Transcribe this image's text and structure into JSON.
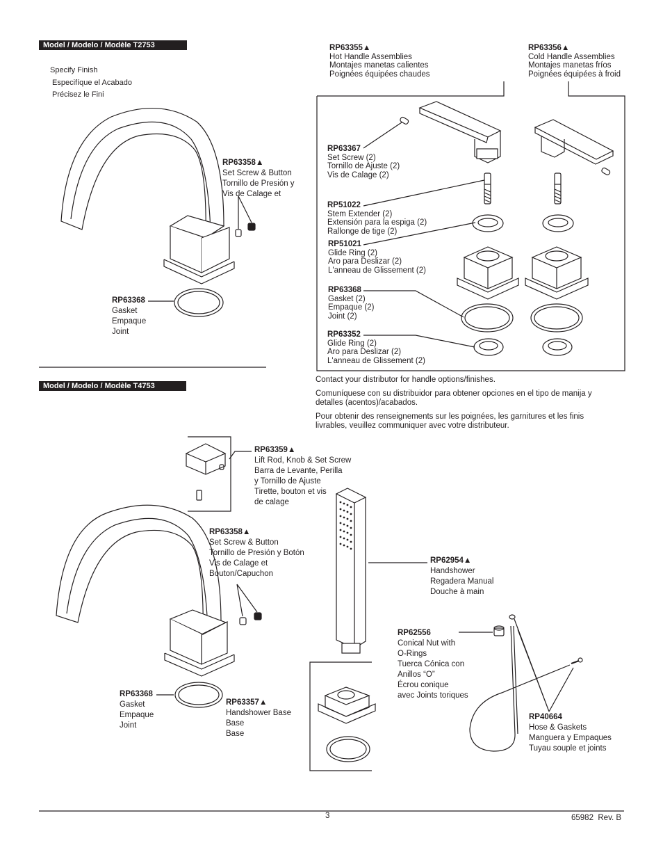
{
  "models": {
    "t2753": "Model / Modelo / Modèle T2753",
    "t4753": "Model / Modelo / Modèle T4753"
  },
  "finish": [
    "Specify Finish",
    "Especifíque el Acabado",
    "Précisez le Fini"
  ],
  "t2753_parts": {
    "rp63358": {
      "pn": "RP63358▲",
      "lines": [
        "Set Screw & Button",
        "Tornillo de Presión y",
        "Vis de Calage et"
      ]
    },
    "rp63368": {
      "pn": "RP63368",
      "lines": [
        "Gasket",
        "Empaque",
        "Joint"
      ]
    }
  },
  "handles": {
    "hot": {
      "pn": "RP63355▲",
      "lines": [
        "Hot Handle Assemblies",
        "Montajes manetas calientes",
        "Poignées équipées chaudes"
      ]
    },
    "cold": {
      "pn": "RP63356▲",
      "lines": [
        "Cold Handle Assemblies",
        "Montajes manetas fríos",
        "Poignées équipées à froid"
      ]
    },
    "rp63367": {
      "pn": "RP63367",
      "lines": [
        "Set Screw (2)",
        "Tornillo de Ajuste (2)",
        "Vis de Calage (2)"
      ]
    },
    "rp51022": {
      "pn": "RP51022",
      "lines": [
        "Stem Extender (2)",
        "Extensión para la espiga (2)",
        "Rallonge de tige (2)"
      ]
    },
    "rp51021": {
      "pn": "RP51021",
      "lines": [
        "Glide Ring (2)",
        "Aro para Deslizar (2)",
        "L'anneau de Glissement (2)"
      ]
    },
    "rp63368": {
      "pn": "RP63368",
      "lines": [
        "Gasket (2)",
        "Empaque (2)",
        "Joint (2)"
      ]
    },
    "rp63352": {
      "pn": "RP63352",
      "lines": [
        "Glide Ring (2)",
        "Aro para Deslizar (2)",
        "L'anneau de Glissement (2)"
      ]
    }
  },
  "notes": [
    "Contact your distributor for handle options/finishes.",
    "Comuníquese con su distribuidor para obtener opciones en el tipo de manija y detalles (acentos)/acabados.",
    "Pour obtenir des renseignements sur les poignées, les  garnitures et les finis livrables, veuillez communiquer avec votre distributeur."
  ],
  "t4753_parts": {
    "rp63359": {
      "pn": "RP63359▲",
      "lines": [
        "Lift Rod, Knob & Set Screw",
        "Barra de Levante, Perilla",
        "y Tornillo de Ajuste",
        "Tirette, bouton et vis",
        "de calage"
      ]
    },
    "rp63358": {
      "pn": "RP63358▲",
      "lines": [
        "Set Screw & Button",
        "Tornillo de Presión y Botón",
        "Vis de Calage et",
        "Bouton/Capuchon"
      ]
    },
    "rp62954": {
      "pn": "RP62954▲",
      "lines": [
        "Handshower",
        "Regadera Manual",
        "Douche à main"
      ]
    },
    "rp62556": {
      "pn": "RP62556",
      "lines": [
        "Conical Nut with",
        "O-Rings",
        "Tuerca Cónica con",
        "Anillos “O”",
        "Écrou conique",
        "avec Joints toriques"
      ]
    },
    "rp63368": {
      "pn": "RP63368",
      "lines": [
        "Gasket",
        "Empaque",
        "Joint"
      ]
    },
    "rp63357": {
      "pn": "RP63357▲",
      "lines": [
        "Handshower Base",
        "Base",
        "Base"
      ]
    },
    "rp40664": {
      "pn": "RP40664",
      "lines": [
        "Hose & Gaskets",
        "Manguera y Empaques",
        "Tuyau souple et joints"
      ]
    }
  },
  "footer": {
    "page": "3",
    "doc": "65982  Rev. B"
  }
}
